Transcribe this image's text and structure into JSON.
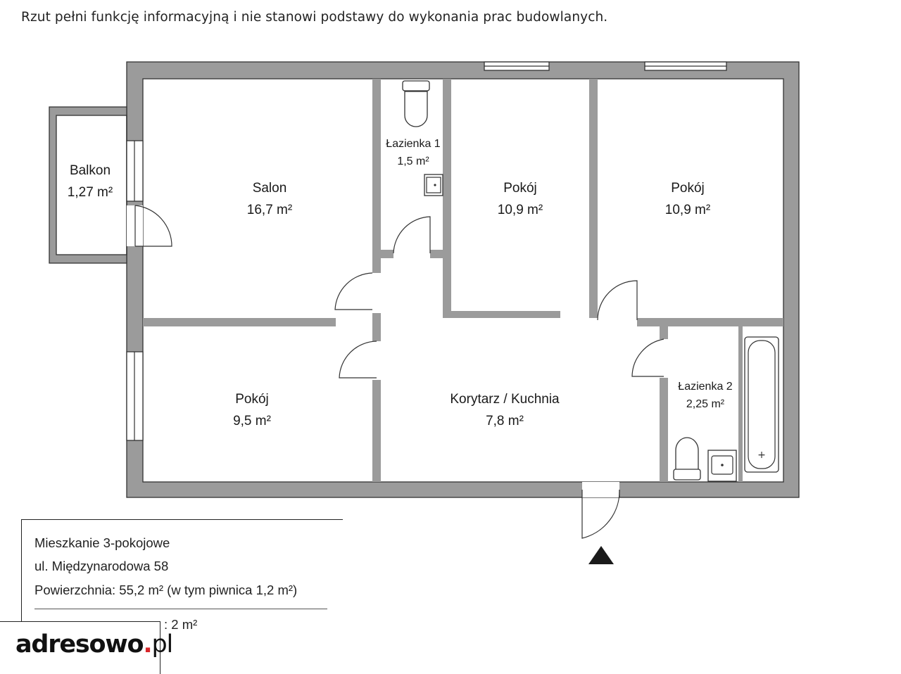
{
  "disclaimer": "Rzut pełni funkcję informacyjną i nie stanowi podstawy do wykonania prac budowlanych.",
  "rooms": {
    "balkon": {
      "name": "Balkon",
      "area": "1,27 m²"
    },
    "salon": {
      "name": "Salon",
      "area": "16,7 m²"
    },
    "lazienka1": {
      "name": "Łazienka 1",
      "area": "1,5 m²"
    },
    "pokoj1": {
      "name": "Pokój",
      "area": "10,9 m²"
    },
    "pokoj2": {
      "name": "Pokój",
      "area": "10,9 m²"
    },
    "pokoj3": {
      "name": "Pokój",
      "area": "9,5 m²"
    },
    "korytarz": {
      "name": "Korytarz / Kuchnia",
      "area": "7,8 m²"
    },
    "lazienka2": {
      "name": "Łazienka 2",
      "area": "2,25 m²"
    }
  },
  "info": {
    "type": "Mieszkanie 3-pokojowe",
    "address": "ul. Międzynarodowa 58",
    "area": "Powierzchnia: 55,2 m² (w tym piwnica 1,2 m²)",
    "extra": ": 2 m²"
  },
  "logo": {
    "name": "adresowo",
    "dot": ".",
    "tld": "pl"
  },
  "colors": {
    "wall": "#9a9a9a",
    "line": "#222222",
    "accent": "#d8262a"
  }
}
